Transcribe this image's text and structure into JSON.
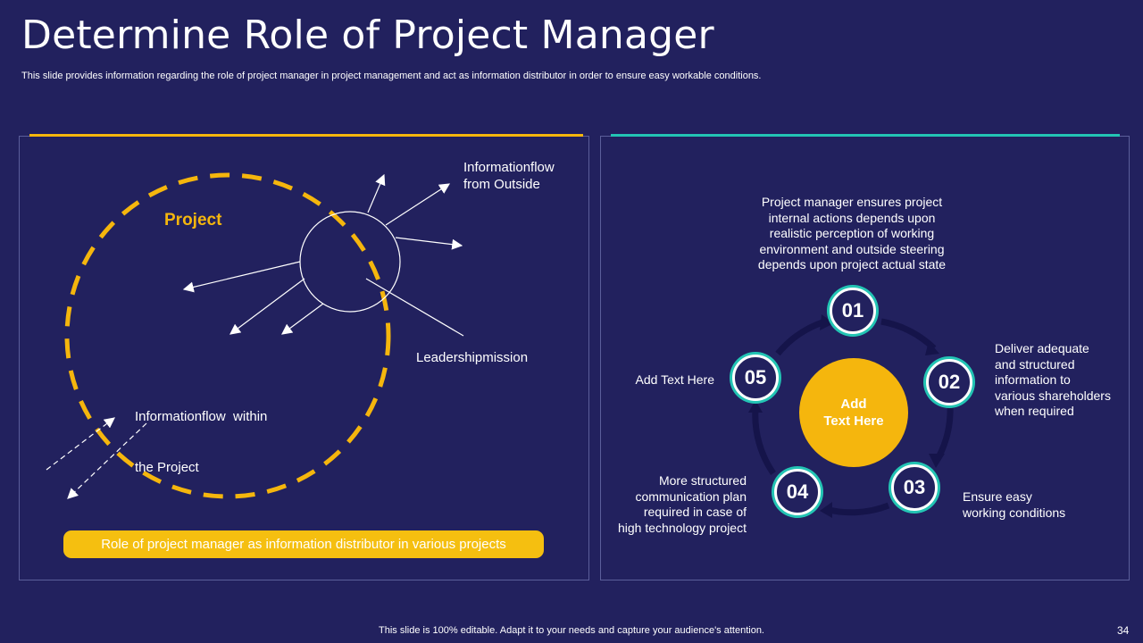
{
  "slide": {
    "title": "Determine Role of Project Manager",
    "subtitle": "This slide provides information regarding the role of project manager in project management and act as information distributor in order to ensure easy workable conditions.",
    "footer": "This slide is 100% editable. Adapt it to your needs and capture your audience's attention.",
    "page_number": "34"
  },
  "left_panel": {
    "project_label": "Project",
    "outside_label_line1": "Informationflow",
    "outside_label_line2": "from Outside",
    "leadership_label": "Leadershipmission",
    "within_label_line1": "Informationflow  within",
    "within_label_line2": "the Project",
    "caption": "Role of project manager as information distributor in various projects"
  },
  "right_panel": {
    "center_line1": "Add",
    "center_line2": "Text Here",
    "steps": [
      {
        "number": "01",
        "text_lines": [
          "Project manager ensures project",
          "internal actions depends upon",
          "realistic perception of working",
          "environment and outside steering",
          "depends upon project actual state"
        ]
      },
      {
        "number": "02",
        "text_lines": [
          "Deliver adequate",
          "and structured",
          "information to",
          "various shareholders",
          "when required"
        ]
      },
      {
        "number": "03",
        "text_lines": [
          "Ensure easy",
          "working conditions"
        ]
      },
      {
        "number": "04",
        "text_lines": [
          "More structured",
          "communication plan",
          "required in case of",
          "high technology project"
        ]
      },
      {
        "number": "05",
        "text_lines": [
          "Add Text Here"
        ]
      }
    ]
  },
  "colors": {
    "background": "#22215e",
    "accent_yellow": "#f5b60d",
    "accent_teal": "#23c4b4",
    "panel_border": "#5b5e9a"
  }
}
